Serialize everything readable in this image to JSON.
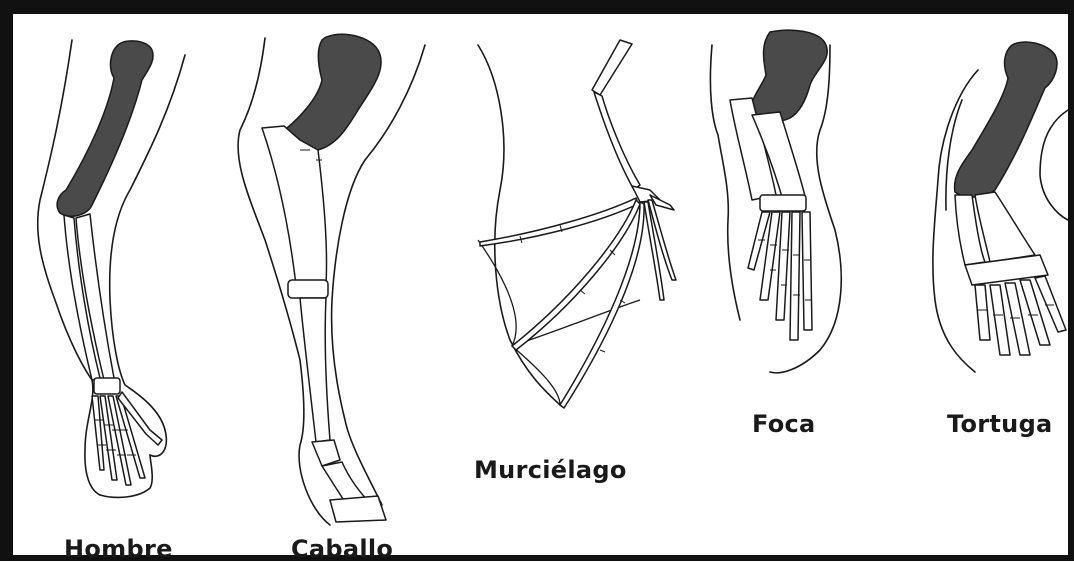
{
  "labels": {
    "hombre": "Hombre",
    "caballo": "Caballo",
    "murcielago": "Murciélago",
    "foca": "Foca",
    "tortuga": "Tortuga"
  },
  "colors": {
    "humerus": "#4a4a4a",
    "line": "#1a1a1a",
    "background": "#ffffff",
    "frame": "#111111"
  }
}
